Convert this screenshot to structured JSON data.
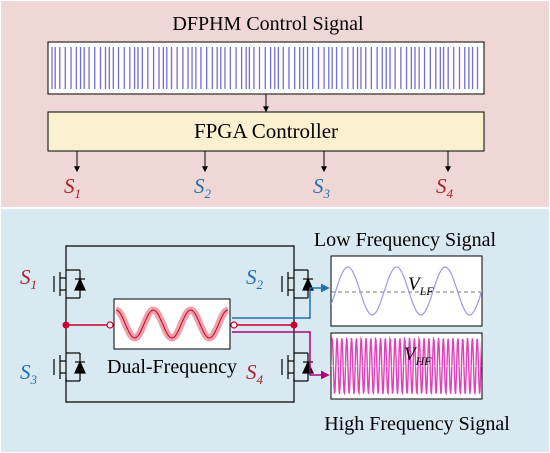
{
  "top_panel": {
    "title": "DFPHM Control Signal",
    "controller_label": "FPGA Controller",
    "outputs": [
      {
        "letter": "S",
        "sub": "1",
        "color": "#b01e2a"
      },
      {
        "letter": "S",
        "sub": "2",
        "color": "#1f6fb0"
      },
      {
        "letter": "S",
        "sub": "3",
        "color": "#1f6fb0"
      },
      {
        "letter": "S",
        "sub": "4",
        "color": "#b01e2a"
      }
    ]
  },
  "bottom_panel": {
    "switches": [
      {
        "letter": "S",
        "sub": "1",
        "color": "#b01e2a"
      },
      {
        "letter": "S",
        "sub": "2",
        "color": "#1f6fb0"
      },
      {
        "letter": "S",
        "sub": "3",
        "color": "#1f6fb0"
      },
      {
        "letter": "S",
        "sub": "4",
        "color": "#b01e2a"
      }
    ],
    "dual_frequency_label": "Dual-Frequency",
    "low_freq_title": "Low Frequency Signal",
    "high_freq_title": "High Frequency Signal",
    "vlf": {
      "letter": "V",
      "sub": "LF"
    },
    "vhf": {
      "letter": "V",
      "sub": "HF"
    }
  },
  "colors": {
    "top_bg": "#efd7d6",
    "bottom_bg": "#d8e9f1",
    "controller_fill": "#fbf0d0",
    "pulse": "#6f6fd6",
    "red_path": "#c8002d",
    "blue_path": "#1f6fb0",
    "magenta_path": "#b0007a",
    "hf_fill": "#e040b8",
    "lf_wave": "#9a9ae6"
  }
}
